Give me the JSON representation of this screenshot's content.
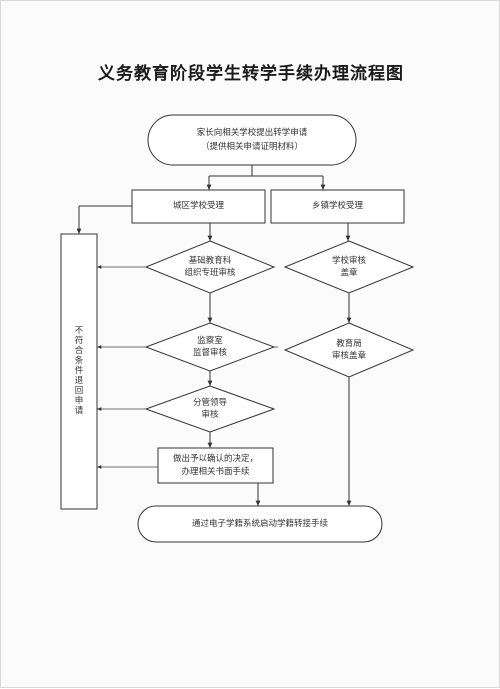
{
  "title": "义务教育阶段学生转学手续办理流程图",
  "start": {
    "line1": "家长向相关学校提出转学申请",
    "line2": "（提供相关申请证明材料）"
  },
  "urban": {
    "accept": "城区学校受理",
    "review1_line1": "基础教育科",
    "review1_line2": "组织专班审核",
    "review2_line1": "监察室",
    "review2_line2": "监督审核",
    "review3_line1": "分管领导",
    "review3_line2": "审核",
    "decision_line1": "做出予以确认的决定，",
    "decision_line2": "办理相关书面手续"
  },
  "rural": {
    "accept": "乡镇学校受理",
    "review1_line1": "学校审核",
    "review1_line2": "盖章",
    "review2_line1": "教育局",
    "review2_line2": "审核盖章"
  },
  "reject": "不符合条件退回申请",
  "end": "通过电子学籍系统启动学籍转接手续"
}
